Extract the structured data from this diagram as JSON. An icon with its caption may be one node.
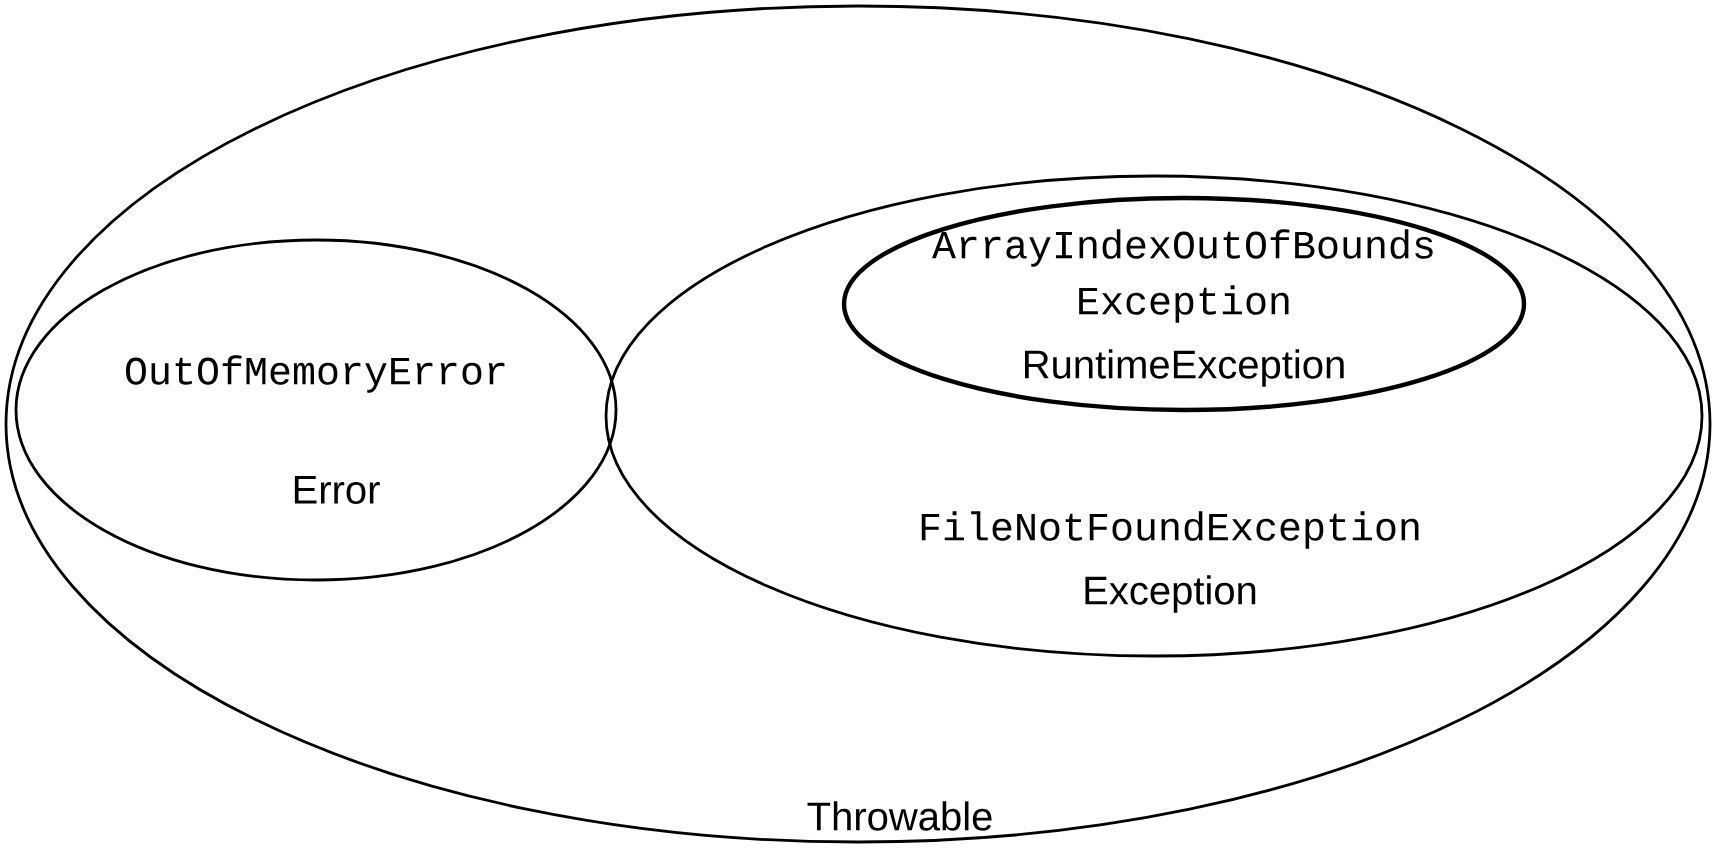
{
  "diagram": {
    "nodes": [
      {
        "text": [
          "Throwable"
        ]
      },
      {
        "text": [
          "OutOfMemoryError",
          "Error"
        ],
        "in": 0
      },
      {
        "text": [
          "FileNotFoundException",
          "Exception"
        ],
        "in": 0
      },
      {
        "text": [
          "ArrayIndexOutOfBounds Exception",
          "RuntimeException"
        ],
        "in": 2
      }
    ]
  }
}
